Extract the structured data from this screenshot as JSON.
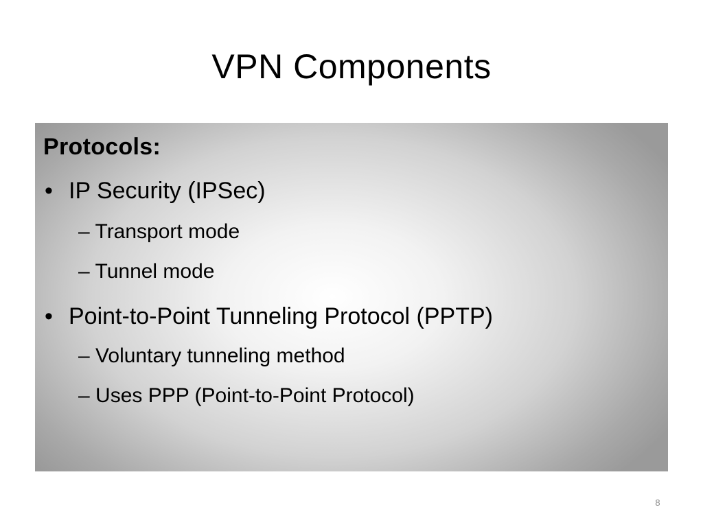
{
  "slide": {
    "title": "VPN Components",
    "page_number": "8"
  },
  "content": {
    "heading": "Protocols:",
    "bullet_symbol": "•",
    "sub_prefix": "–",
    "items": [
      {
        "text": "IP Security (IPSec)",
        "subitems": [
          "Transport mode",
          "Tunnel mode"
        ]
      },
      {
        "text": "Point-to-Point Tunneling Protocol (PPTP)",
        "subitems": [
          "Voluntary tunneling method",
          "Uses PPP (Point-to-Point Protocol)"
        ]
      }
    ]
  },
  "colors": {
    "background": "#ffffff",
    "box_center": "#ffffff",
    "box_edge": "#9a9a9a",
    "text": "#000000",
    "page_number": "#8c8c8c"
  }
}
